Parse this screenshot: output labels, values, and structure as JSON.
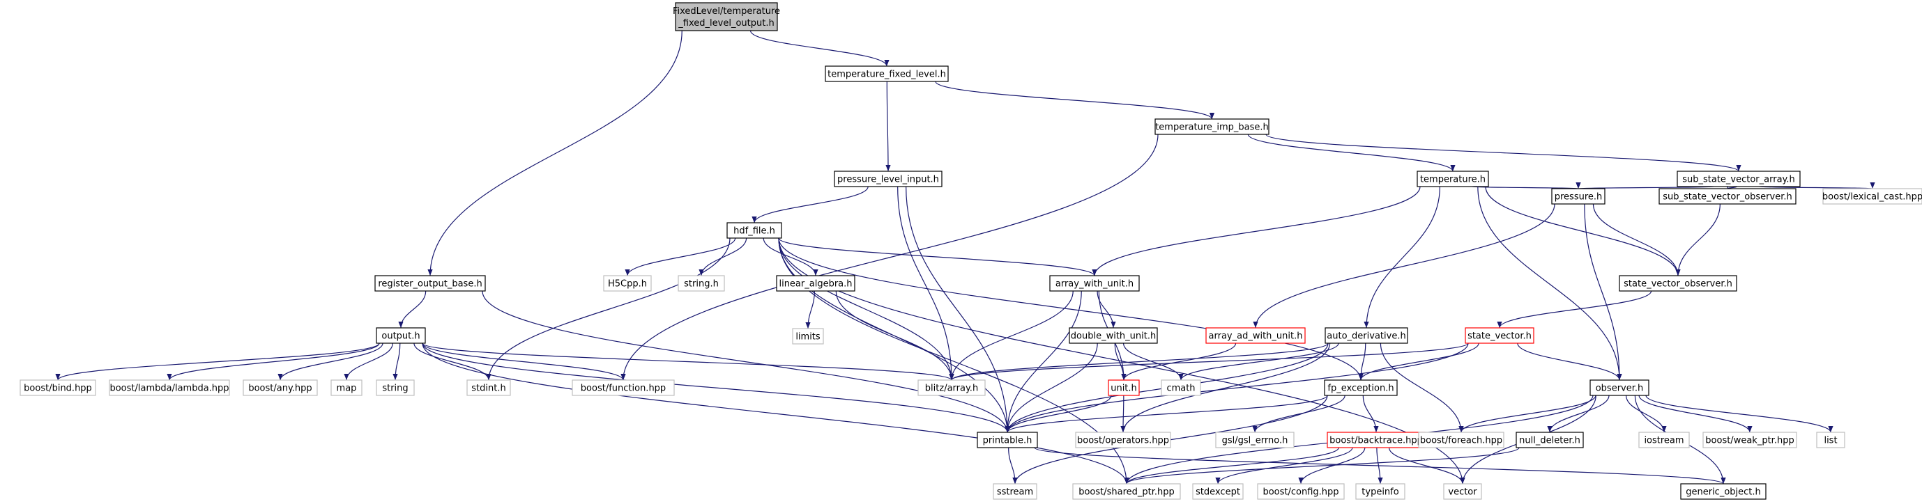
{
  "graph": {
    "colors": {
      "edge": "#191970",
      "normal_border": "#000000",
      "missing_border": "#bfbfbf",
      "incomplete_border": "#ff0000",
      "root_fill": "#bfbfbf",
      "node_fill": "#ffffff",
      "missing_text": "#555555"
    },
    "nodes": [
      {
        "id": "root",
        "lines": [
          "FixedLevel/temperature",
          "_fixed_level_output.h"
        ],
        "kind": "root"
      },
      {
        "id": "temperature_fixed_level",
        "lines": [
          "temperature_fixed_level.h"
        ],
        "kind": "normal"
      },
      {
        "id": "register_output_base",
        "lines": [
          "register_output_base.h"
        ],
        "kind": "normal"
      },
      {
        "id": "temperature_imp_base",
        "lines": [
          "temperature_imp_base.h"
        ],
        "kind": "normal"
      },
      {
        "id": "pressure_level_input",
        "lines": [
          "pressure_level_input.h"
        ],
        "kind": "normal"
      },
      {
        "id": "temperature",
        "lines": [
          "temperature.h"
        ],
        "kind": "normal"
      },
      {
        "id": "sub_state_vector_array",
        "lines": [
          "sub_state_vector_array.h"
        ],
        "kind": "normal"
      },
      {
        "id": "hdf_file",
        "lines": [
          "hdf_file.h"
        ],
        "kind": "normal"
      },
      {
        "id": "pressure",
        "lines": [
          "pressure.h"
        ],
        "kind": "normal"
      },
      {
        "id": "sub_state_vector_observer",
        "lines": [
          "sub_state_vector_observer.h"
        ],
        "kind": "normal"
      },
      {
        "id": "boost_lexical_cast",
        "lines": [
          "boost/lexical_cast.hpp"
        ],
        "kind": "missing"
      },
      {
        "id": "h5cpp",
        "lines": [
          "H5Cpp.h"
        ],
        "kind": "missing"
      },
      {
        "id": "string_h",
        "lines": [
          "string.h"
        ],
        "kind": "missing"
      },
      {
        "id": "linear_algebra",
        "lines": [
          "linear_algebra.h"
        ],
        "kind": "normal"
      },
      {
        "id": "array_with_unit",
        "lines": [
          "array_with_unit.h"
        ],
        "kind": "normal"
      },
      {
        "id": "state_vector_observer",
        "lines": [
          "state_vector_observer.h"
        ],
        "kind": "normal"
      },
      {
        "id": "output",
        "lines": [
          "output.h"
        ],
        "kind": "normal"
      },
      {
        "id": "limits",
        "lines": [
          "limits"
        ],
        "kind": "missing"
      },
      {
        "id": "double_with_unit",
        "lines": [
          "double_with_unit.h"
        ],
        "kind": "normal"
      },
      {
        "id": "array_ad_with_unit",
        "lines": [
          "array_ad_with_unit.h"
        ],
        "kind": "incomplete"
      },
      {
        "id": "auto_derivative",
        "lines": [
          "auto_derivative.h"
        ],
        "kind": "normal"
      },
      {
        "id": "state_vector",
        "lines": [
          "state_vector.h"
        ],
        "kind": "incomplete"
      },
      {
        "id": "boost_bind",
        "lines": [
          "boost/bind.hpp"
        ],
        "kind": "missing"
      },
      {
        "id": "boost_lambda",
        "lines": [
          "boost/lambda/lambda.hpp"
        ],
        "kind": "missing"
      },
      {
        "id": "boost_any",
        "lines": [
          "boost/any.hpp"
        ],
        "kind": "missing"
      },
      {
        "id": "map",
        "lines": [
          "map"
        ],
        "kind": "missing"
      },
      {
        "id": "string",
        "lines": [
          "string"
        ],
        "kind": "missing"
      },
      {
        "id": "stdint",
        "lines": [
          "stdint.h"
        ],
        "kind": "missing"
      },
      {
        "id": "boost_function",
        "lines": [
          "boost/function.hpp"
        ],
        "kind": "missing"
      },
      {
        "id": "blitz_array",
        "lines": [
          "blitz/array.h"
        ],
        "kind": "missing"
      },
      {
        "id": "unit",
        "lines": [
          "unit.h"
        ],
        "kind": "incomplete"
      },
      {
        "id": "cmath",
        "lines": [
          "cmath"
        ],
        "kind": "missing"
      },
      {
        "id": "fp_exception",
        "lines": [
          "fp_exception.h"
        ],
        "kind": "normal"
      },
      {
        "id": "observer",
        "lines": [
          "observer.h"
        ],
        "kind": "normal"
      },
      {
        "id": "printable",
        "lines": [
          "printable.h"
        ],
        "kind": "normal"
      },
      {
        "id": "boost_operators",
        "lines": [
          "boost/operators.hpp"
        ],
        "kind": "missing"
      },
      {
        "id": "gsl_errno",
        "lines": [
          "gsl/gsl_errno.h"
        ],
        "kind": "missing"
      },
      {
        "id": "boost_backtrace",
        "lines": [
          "boost/backtrace.hpp"
        ],
        "kind": "incomplete"
      },
      {
        "id": "boost_foreach",
        "lines": [
          "boost/foreach.hpp"
        ],
        "kind": "missing"
      },
      {
        "id": "null_deleter",
        "lines": [
          "null_deleter.h"
        ],
        "kind": "normal"
      },
      {
        "id": "iostream",
        "lines": [
          "iostream"
        ],
        "kind": "missing"
      },
      {
        "id": "boost_weak_ptr",
        "lines": [
          "boost/weak_ptr.hpp"
        ],
        "kind": "missing"
      },
      {
        "id": "list",
        "lines": [
          "list"
        ],
        "kind": "missing"
      },
      {
        "id": "sstream",
        "lines": [
          "sstream"
        ],
        "kind": "missing"
      },
      {
        "id": "boost_shared_ptr",
        "lines": [
          "boost/shared_ptr.hpp"
        ],
        "kind": "missing"
      },
      {
        "id": "stdexcept",
        "lines": [
          "stdexcept"
        ],
        "kind": "missing"
      },
      {
        "id": "boost_config",
        "lines": [
          "boost/config.hpp"
        ],
        "kind": "missing"
      },
      {
        "id": "typeinfo",
        "lines": [
          "typeinfo"
        ],
        "kind": "missing"
      },
      {
        "id": "vector",
        "lines": [
          "vector"
        ],
        "kind": "missing"
      },
      {
        "id": "generic_object",
        "lines": [
          "generic_object.h"
        ],
        "kind": "normal"
      }
    ],
    "edges": [
      [
        "root",
        "temperature_fixed_level"
      ],
      [
        "root",
        "register_output_base"
      ],
      [
        "temperature_fixed_level",
        "temperature_imp_base"
      ],
      [
        "temperature_fixed_level",
        "pressure_level_input"
      ],
      [
        "temperature_imp_base",
        "temperature"
      ],
      [
        "temperature_imp_base",
        "sub_state_vector_array"
      ],
      [
        "temperature_imp_base",
        "boost_function"
      ],
      [
        "pressure_level_input",
        "hdf_file"
      ],
      [
        "pressure_level_input",
        "blitz_array"
      ],
      [
        "pressure_level_input",
        "printable"
      ],
      [
        "temperature",
        "pressure"
      ],
      [
        "temperature",
        "array_with_unit"
      ],
      [
        "temperature",
        "state_vector_observer"
      ],
      [
        "temperature",
        "auto_derivative"
      ],
      [
        "temperature",
        "observer"
      ],
      [
        "sub_state_vector_array",
        "pressure"
      ],
      [
        "sub_state_vector_array",
        "sub_state_vector_observer"
      ],
      [
        "sub_state_vector_array",
        "boost_lexical_cast"
      ],
      [
        "pressure",
        "state_vector_observer"
      ],
      [
        "pressure",
        "array_ad_with_unit"
      ],
      [
        "pressure",
        "observer"
      ],
      [
        "sub_state_vector_observer",
        "state_vector_observer"
      ],
      [
        "state_vector_observer",
        "state_vector"
      ],
      [
        "hdf_file",
        "h5cpp"
      ],
      [
        "hdf_file",
        "string_h"
      ],
      [
        "hdf_file",
        "linear_algebra"
      ],
      [
        "hdf_file",
        "array_with_unit"
      ],
      [
        "hdf_file",
        "fp_exception"
      ],
      [
        "hdf_file",
        "blitz_array"
      ],
      [
        "hdf_file",
        "stdint"
      ],
      [
        "hdf_file",
        "boost_shared_ptr"
      ],
      [
        "hdf_file",
        "printable"
      ],
      [
        "hdf_file",
        "vector"
      ],
      [
        "register_output_base",
        "output"
      ],
      [
        "register_output_base",
        "printable"
      ],
      [
        "linear_algebra",
        "limits"
      ],
      [
        "linear_algebra",
        "blitz_array"
      ],
      [
        "array_with_unit",
        "double_with_unit"
      ],
      [
        "array_with_unit",
        "blitz_array"
      ],
      [
        "array_with_unit",
        "unit"
      ],
      [
        "array_with_unit",
        "printable"
      ],
      [
        "double_with_unit",
        "unit"
      ],
      [
        "double_with_unit",
        "cmath"
      ],
      [
        "double_with_unit",
        "printable"
      ],
      [
        "array_ad_with_unit",
        "unit"
      ],
      [
        "auto_derivative",
        "blitz_array"
      ],
      [
        "auto_derivative",
        "cmath"
      ],
      [
        "auto_derivative",
        "fp_exception"
      ],
      [
        "auto_derivative",
        "printable"
      ],
      [
        "auto_derivative",
        "boost_foreach"
      ],
      [
        "auto_derivative",
        "boost_operators"
      ],
      [
        "state_vector",
        "blitz_array"
      ],
      [
        "state_vector",
        "fp_exception"
      ],
      [
        "state_vector",
        "printable"
      ],
      [
        "state_vector",
        "observer"
      ],
      [
        "output",
        "boost_bind"
      ],
      [
        "output",
        "boost_lambda"
      ],
      [
        "output",
        "boost_any"
      ],
      [
        "output",
        "map"
      ],
      [
        "output",
        "string"
      ],
      [
        "output",
        "stdint"
      ],
      [
        "output",
        "boost_function"
      ],
      [
        "output",
        "blitz_array"
      ],
      [
        "output",
        "printable"
      ],
      [
        "output",
        "boost_shared_ptr"
      ],
      [
        "unit",
        "printable"
      ],
      [
        "unit",
        "boost_operators"
      ],
      [
        "fp_exception",
        "printable"
      ],
      [
        "fp_exception",
        "gsl_errno"
      ],
      [
        "fp_exception",
        "boost_backtrace"
      ],
      [
        "fp_exception",
        "sstream"
      ],
      [
        "observer",
        "null_deleter"
      ],
      [
        "observer",
        "boost_foreach"
      ],
      [
        "observer",
        "iostream"
      ],
      [
        "observer",
        "boost_weak_ptr"
      ],
      [
        "observer",
        "list"
      ],
      [
        "observer",
        "boost_shared_ptr"
      ],
      [
        "observer",
        "vector"
      ],
      [
        "observer",
        "generic_object"
      ],
      [
        "printable",
        "sstream"
      ],
      [
        "printable",
        "generic_object"
      ],
      [
        "boost_backtrace",
        "boost_shared_ptr"
      ],
      [
        "boost_backtrace",
        "stdexcept"
      ],
      [
        "boost_backtrace",
        "boost_config"
      ],
      [
        "boost_backtrace",
        "typeinfo"
      ],
      [
        "boost_backtrace",
        "vector"
      ],
      [
        "null_deleter",
        "boost_shared_ptr"
      ]
    ]
  }
}
